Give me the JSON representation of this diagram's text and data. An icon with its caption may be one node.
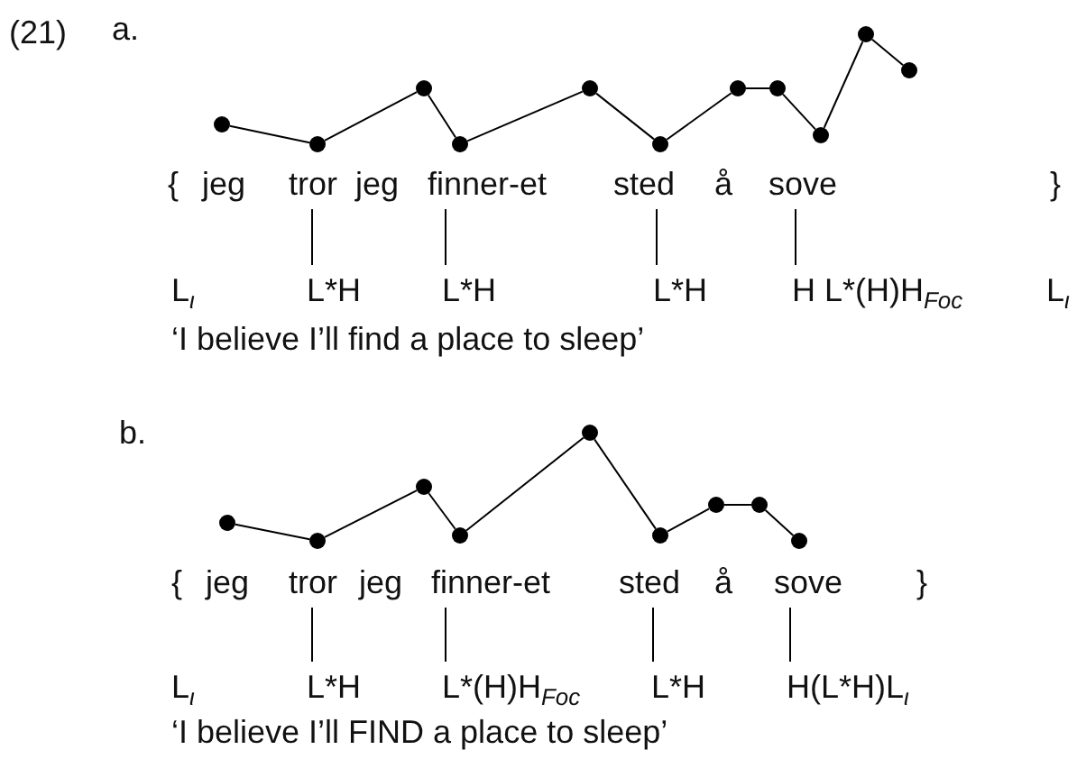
{
  "diagram": {
    "nodes": [
      {
        "text": [],
        "shape": "circle"
      },
      {
        "text": [],
        "shape": "circle"
      },
      {
        "text": [],
        "shape": "circle"
      },
      {
        "text": [],
        "shape": "circle"
      },
      {
        "text": [],
        "shape": "circle"
      },
      {
        "text": [],
        "shape": "circle"
      },
      {
        "text": [],
        "shape": "circle"
      },
      {
        "text": [],
        "shape": "circle"
      },
      {
        "text": [],
        "shape": "circle"
      },
      {
        "text": [],
        "shape": "circle"
      },
      {
        "text": [],
        "shape": "circle"
      },
      {
        "text": [
          "tror"
        ]
      },
      {
        "text": [
          "finner-et"
        ]
      },
      {
        "text": [
          "sted"
        ]
      },
      {
        "text": [
          "sove"
        ]
      },
      {
        "text": [
          "L*H"
        ]
      },
      {
        "text": [
          "L*H"
        ]
      },
      {
        "text": [
          "L*H"
        ]
      },
      {
        "text": [
          "H L*(H)H$_{Foc}$"
        ]
      },
      {
        "text": [],
        "shape": "circle"
      },
      {
        "text": [],
        "shape": "circle"
      },
      {
        "text": [],
        "shape": "circle"
      },
      {
        "text": [],
        "shape": "circle"
      },
      {
        "text": [],
        "shape": "circle"
      },
      {
        "text": [],
        "shape": "circle"
      },
      {
        "text": [],
        "shape": "circle"
      },
      {
        "text": [],
        "shape": "circle"
      },
      {
        "text": [],
        "shape": "circle"
      },
      {
        "text": [
          "tror"
        ]
      },
      {
        "text": [
          "finner-et"
        ]
      },
      {
        "text": [
          "sted"
        ]
      },
      {
        "text": [
          "sove"
        ]
      },
      {
        "text": [
          "L*H"
        ]
      },
      {
        "text": [
          "L*(H)H$_{Foc}$"
        ]
      },
      {
        "text": [
          "L*H"
        ]
      },
      {
        "text": [
          "H(L*H)L$_{ι}$"
        ]
      }
    ],
    "edges": [
      {
        "from": 0,
        "to": 1,
        "arrow": "none"
      },
      {
        "from": 1,
        "to": 2,
        "arrow": "none"
      },
      {
        "from": 2,
        "to": 3,
        "arrow": "none"
      },
      {
        "from": 3,
        "to": 4,
        "arrow": "none"
      },
      {
        "from": 4,
        "to": 5,
        "arrow": "none"
      },
      {
        "from": 5,
        "to": 6,
        "arrow": "none"
      },
      {
        "from": 6,
        "to": 7,
        "arrow": "none"
      },
      {
        "from": 7,
        "to": 8,
        "arrow": "none"
      },
      {
        "from": 8,
        "to": 9,
        "arrow": "none"
      },
      {
        "from": 9,
        "to": 10,
        "arrow": "none"
      },
      {
        "from": 11,
        "to": 15,
        "arrow": "none"
      },
      {
        "from": 12,
        "to": 16,
        "arrow": "none"
      },
      {
        "from": 13,
        "to": 17,
        "arrow": "none"
      },
      {
        "from": 14,
        "to": 18,
        "arrow": "none"
      },
      {
        "from": 19,
        "to": 20,
        "arrow": "none"
      },
      {
        "from": 20,
        "to": 21,
        "arrow": "none"
      },
      {
        "from": 21,
        "to": 22,
        "arrow": "none"
      },
      {
        "from": 22,
        "to": 23,
        "arrow": "none"
      },
      {
        "from": 23,
        "to": 24,
        "arrow": "none"
      },
      {
        "from": 24,
        "to": 25,
        "arrow": "none"
      },
      {
        "from": 25,
        "to": 26,
        "arrow": "none"
      },
      {
        "from": 26,
        "to": 27,
        "arrow": "none"
      },
      {
        "from": 28,
        "to": 32,
        "arrow": "none"
      },
      {
        "from": 29,
        "to": 33,
        "arrow": "none"
      },
      {
        "from": 30,
        "to": 34,
        "arrow": "none"
      },
      {
        "from": 31,
        "to": 35,
        "arrow": "none"
      }
    ],
    "labels": [
      "(21)",
      "a.",
      "{",
      "jeg",
      "jeg",
      "å",
      "}",
      "L$_{ι}$",
      "L$_{ι}$",
      "‘I believe I’ll find a place to sleep’",
      "b.",
      "{",
      "jeg",
      "jeg",
      "å",
      "}",
      "L$_{ι}$",
      "‘I believe I’ll FIND a place to sleep’"
    ]
  }
}
